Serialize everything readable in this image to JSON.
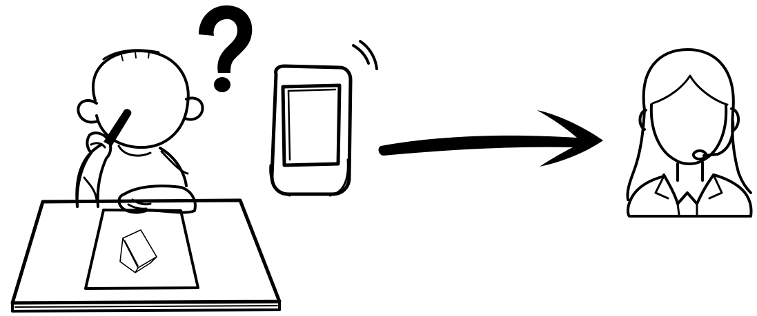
{
  "colors": {
    "ink": "#000000",
    "background": "#ffffff"
  },
  "scene": {
    "figures": [
      {
        "name": "person-at-desk",
        "icon": "person-writing-icon"
      },
      {
        "name": "question-mark",
        "icon": "question-mark-icon"
      },
      {
        "name": "mobile-phone",
        "icon": "phone-vibrating-icon"
      },
      {
        "name": "arrow",
        "icon": "arrow-right-icon"
      },
      {
        "name": "support-agent",
        "icon": "headset-agent-icon"
      }
    ]
  }
}
